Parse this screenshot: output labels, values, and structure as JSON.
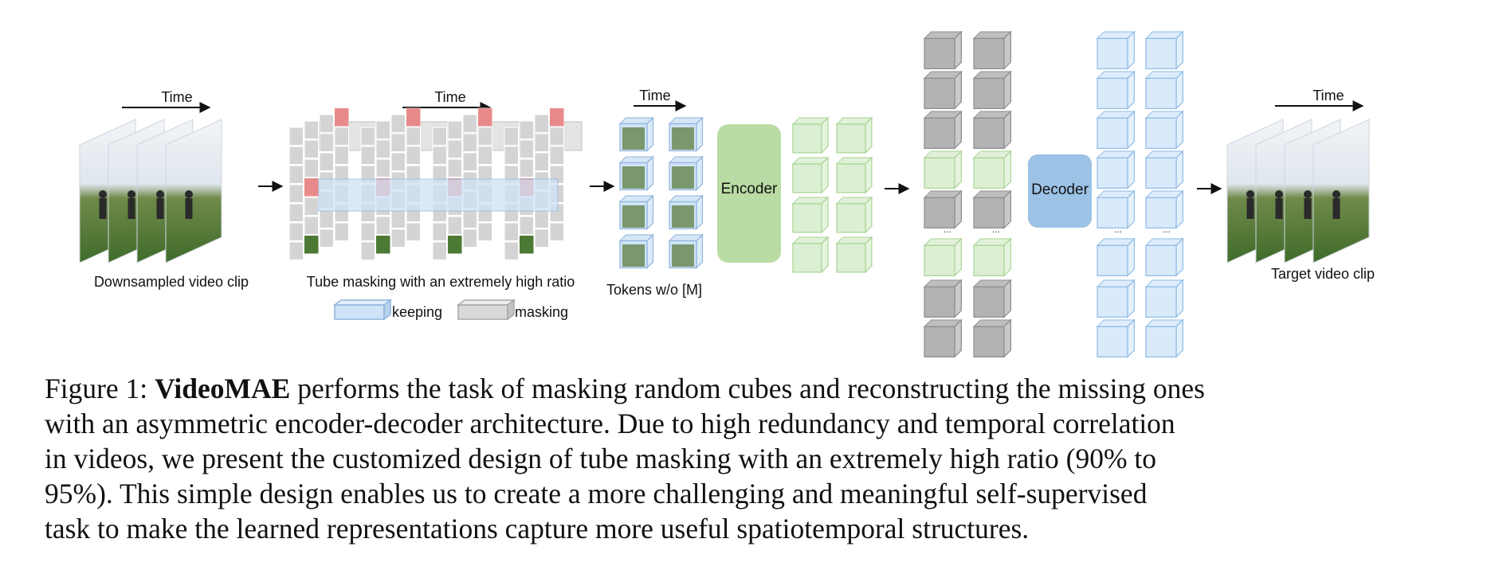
{
  "diagram": {
    "time_label": "Time",
    "labels": {
      "downsampled": "Downsampled video clip",
      "tube_masking": "Tube masking with an extremely high ratio",
      "tokens": "Tokens w/o [M]",
      "target": "Target video clip"
    },
    "legend": {
      "keeping": "keeping",
      "masking": "masking"
    },
    "encoder": "Encoder",
    "decoder": "Decoder",
    "ellipsis": "...",
    "colors": {
      "keep_fill": "#cfe3f7",
      "keep_stroke": "#8fb4dc",
      "mask_fill": "#d9d9d9",
      "mask_stroke": "#a8a8a8",
      "encoder_fill": "#b9dca4",
      "decoder_fill": "#9cc2e6",
      "gray_cube": "#b3b3b3",
      "green_cube": "#dcefd2",
      "blue_cube": "#d9eafb",
      "red_patch": "#e98a8a"
    }
  },
  "caption": {
    "figure_label": "Figure 1:",
    "bold_term": "VideoMAE",
    "line1_rest": " performs the task of masking random cubes and reconstructing the missing ones",
    "line2": "with an asymmetric encoder-decoder architecture. Due to high redundancy and temporal correlation",
    "line3": "in videos, we present the customized design of tube masking with an extremely high ratio (90% to",
    "line4": "95%). This simple design enables us to create a more challenging and meaningful self-supervised",
    "line5": "task to make the learned representations capture more useful spatiotemporal structures."
  }
}
